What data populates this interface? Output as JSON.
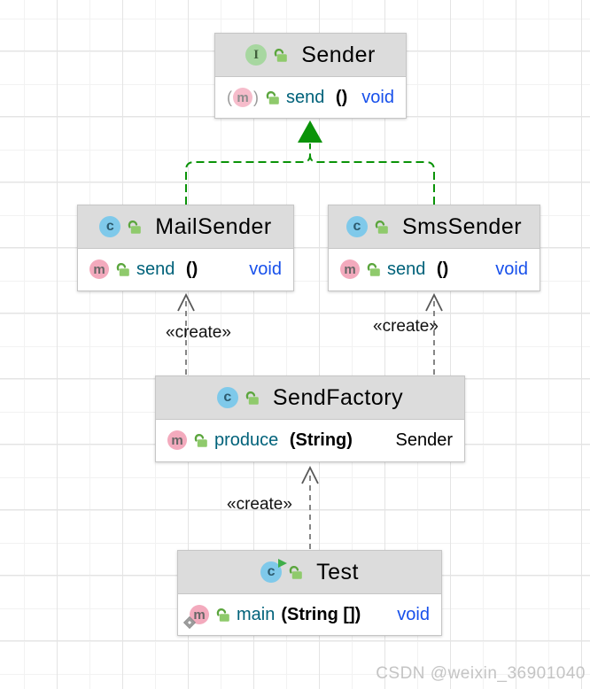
{
  "diagram": {
    "type": "uml-class-diagram",
    "accent_colors": {
      "realization_edge_green": "#0a9308",
      "create_edge_gray": "#787878",
      "method_name_teal": "#00627a",
      "keyword_blue": "#1750eb",
      "header_gray": "#dcdcdc",
      "interface_icon_green": "#a7d7a0",
      "class_icon_blue": "#7fc9ea",
      "method_icon_pink": "#f3aabd",
      "lock_icon_green": "#8fca6c"
    }
  },
  "classes": [
    {
      "name": "Sender",
      "kind": "interface",
      "icon_letter": "I",
      "methods": [
        {
          "name": "send",
          "params": " ()",
          "return": "void",
          "modifier": "abstract"
        }
      ]
    },
    {
      "name": "MailSender",
      "kind": "class",
      "icon_letter": "c",
      "methods": [
        {
          "name": "send",
          "params": " ()",
          "return": "void",
          "modifier": "public"
        }
      ]
    },
    {
      "name": "SmsSender",
      "kind": "class",
      "icon_letter": "c",
      "methods": [
        {
          "name": "send",
          "params": " ()",
          "return": "void",
          "modifier": "public"
        }
      ]
    },
    {
      "name": "SendFactory",
      "kind": "class",
      "icon_letter": "c",
      "methods": [
        {
          "name": "produce",
          "params": " (String)",
          "return": "Sender",
          "modifier": "public"
        }
      ]
    },
    {
      "name": "Test",
      "kind": "runnable-class",
      "icon_letter": "c",
      "methods": [
        {
          "name": "main",
          "params": "(String [])",
          "return": "void",
          "modifier": "static"
        }
      ]
    }
  ],
  "edges": {
    "realization": [
      {
        "from": "MailSender",
        "to": "Sender"
      },
      {
        "from": "SmsSender",
        "to": "Sender"
      }
    ],
    "create": [
      {
        "from": "SendFactory",
        "to": "MailSender",
        "label": "«create»"
      },
      {
        "from": "SendFactory",
        "to": "SmsSender",
        "label": "«create»"
      },
      {
        "from": "Test",
        "to": "SendFactory",
        "label": "«create»"
      }
    ]
  },
  "labels": {
    "create_left": "«create»",
    "create_right": "«create»",
    "create_bottom": "«create»"
  },
  "watermark": "CSDN @weixin_36901040"
}
